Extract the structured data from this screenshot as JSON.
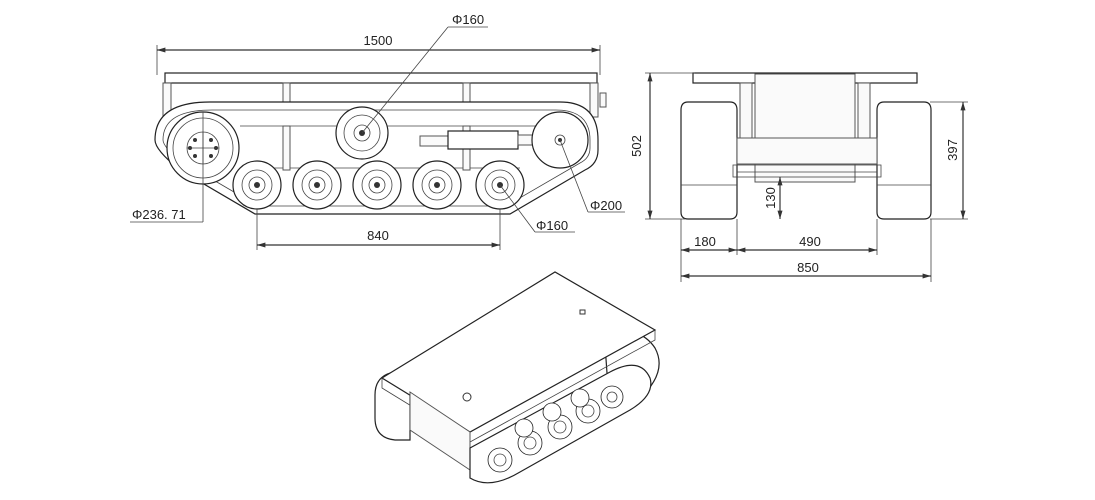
{
  "side_view": {
    "overall_length": "1500",
    "sprocket_diameter": "Φ236. 71",
    "roller_pitch_span": "840",
    "top_wheel_diameter": "Φ160",
    "road_wheel_diameter": "Φ160",
    "idler_diameter": "Φ200"
  },
  "front_view": {
    "overall_height": "502",
    "track_height": "397",
    "ground_clearance": "130",
    "track_width": "180",
    "inner_gap": "490",
    "overall_width": "850"
  }
}
